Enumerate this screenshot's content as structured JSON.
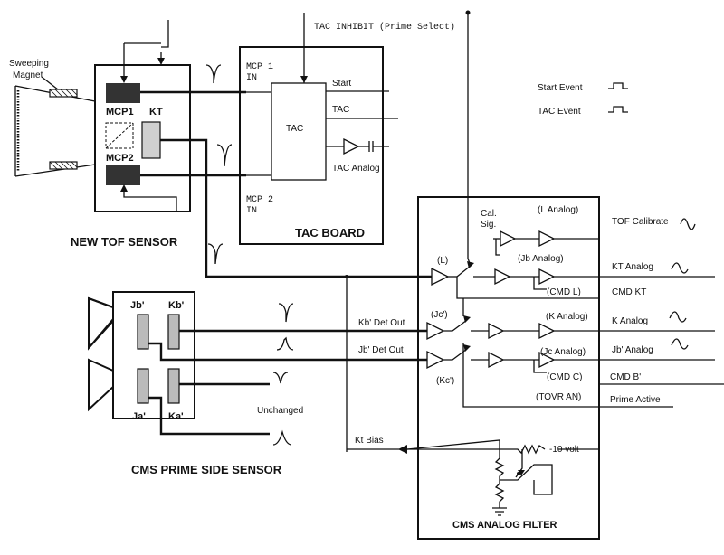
{
  "labels": {
    "tac_inhibit": "TAC INHIBIT (Prime Select)",
    "sweeping_magnet": [
      "Sweeping",
      "Magnet"
    ],
    "mcp1": "MCP1",
    "mcp2": "MCP2",
    "kt": "KT",
    "new_tof_sensor": "NEW TOF SENSOR",
    "mcp1_in": [
      "MCP 1",
      "IN"
    ],
    "mcp2_in": [
      "MCP 2",
      "IN"
    ],
    "start": "Start",
    "tac_out": "TAC",
    "tac_block": "TAC",
    "tac_analog": "TAC Analog",
    "tac_board": "TAC BOARD",
    "start_event": "Start Event",
    "tac_event": "TAC Event",
    "cal_sig": [
      "Cal.",
      "Sig."
    ],
    "l_analog": "(L Analog)",
    "tof_calibrate": "TOF Calibrate",
    "l": "(L)",
    "jb_analog": "(Jb Analog)",
    "kt_analog": "KT Analog",
    "cmd_l": "(CMD L)",
    "cmd_kt": "CMD KT",
    "jc_prime": "(Jc')",
    "k_analog_in": "(K Analog)",
    "k_analog": "K Analog",
    "kb_det_out": "Kb' Det Out",
    "jb_det_out": "Jb' Det Out",
    "jc_analog": "(Jc Analog)",
    "jb_prime_analog": "Jb' Analog",
    "kc_prime": "(Kc')",
    "cmd_c": "(CMD C)",
    "cmd_b": "CMD B'",
    "tovr_an": "(TOVR AN)",
    "prime_active": "Prime  Active",
    "jb_prime": "Jb'",
    "kb_prime": "Kb'",
    "ja_prime": "Ja'",
    "ka_prime": "Ka'",
    "unchanged": "Unchanged",
    "kt_bias": "Kt Bias",
    "minus10v": "-10  volt",
    "cms_prime_side_sensor": "CMS PRIME SIDE SENSOR",
    "cms_analog_filter": "CMS ANALOG FILTER"
  }
}
